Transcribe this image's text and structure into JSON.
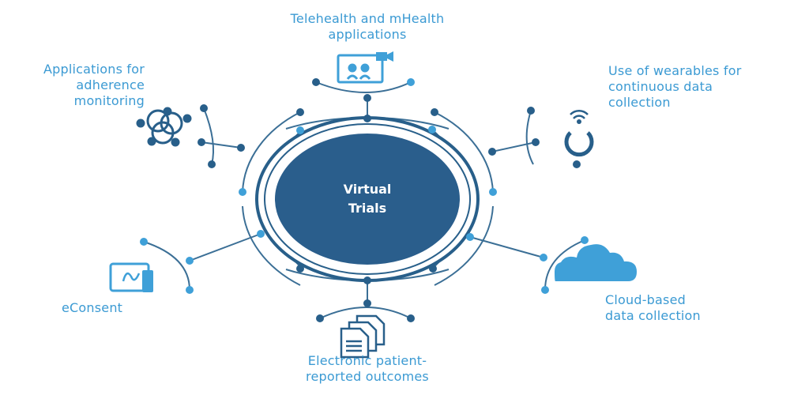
{
  "center": {
    "line1": "Virtual",
    "line2": "Trials"
  },
  "labels": {
    "telehealth": "Telehealth and mHealth\napplications",
    "adherence": "Applications for\nadherence\nmonitoring",
    "wearables": "Use of wearables for\ncontinuous data\ncollection",
    "econsent": "eConsent",
    "cloud": "Cloud-based\ndata collection",
    "epro": "Electronic patient-\nreported outcomes"
  },
  "colors": {
    "dark_blue": "#285f8a",
    "light_blue": "#3fa0d8",
    "circle_fill": "#2a5e8c",
    "line": "#3b6f96"
  },
  "icons": {
    "telehealth": "video-conference-icon",
    "adherence": "network-nodes-icon",
    "wearables": "wearable-sensor-icon",
    "econsent": "tablet-signature-icon",
    "cloud": "cloud-icon",
    "epro": "documents-icon"
  }
}
